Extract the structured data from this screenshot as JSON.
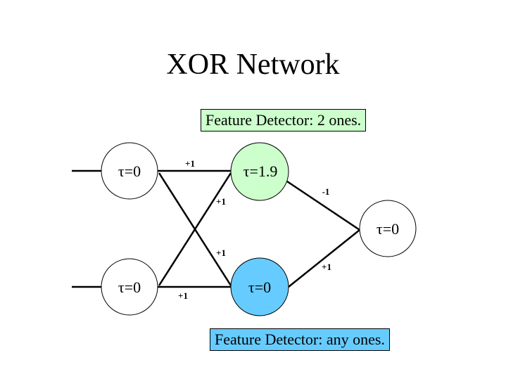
{
  "title": "XOR Network",
  "annotations": {
    "green": "Feature Detector: 2 ones.",
    "blue": "Feature Detector: any ones."
  },
  "nodes": {
    "input1": "τ=0",
    "input2": "τ=0",
    "hidden_and": "τ=1.9",
    "hidden_or": "τ=0",
    "output": "τ=0"
  },
  "weights": {
    "in1_and": "+1",
    "in2_and": "+1",
    "and_out": "-1",
    "in1_or": "+1",
    "or_out": "+1",
    "in2_or": "+1"
  },
  "colors": {
    "and_fill": "#ccffcc",
    "or_fill": "#66ccff"
  }
}
